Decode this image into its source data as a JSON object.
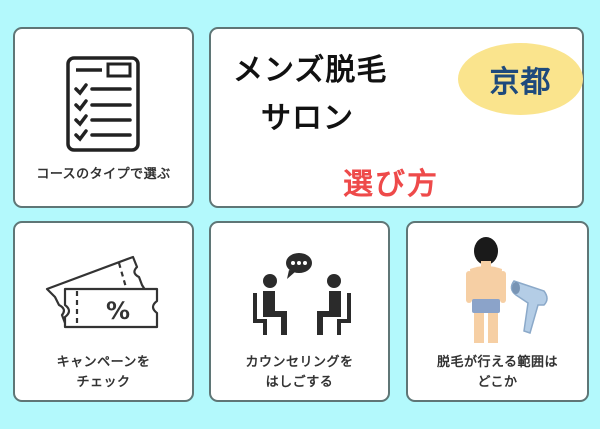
{
  "background_color": "#b3f9fc",
  "title_card": {
    "line1": "メンズ脱毛",
    "line2": "サロン",
    "badge": "京都",
    "subtitle": "選び方",
    "colors": {
      "title": "#111111",
      "badge_bg": "#fae48d",
      "badge_text": "#1e4a7c",
      "subtitle": "#ee4a4a"
    }
  },
  "cards": [
    {
      "icon": "checklist-icon",
      "label_lines": [
        "コースのタイプで選ぶ"
      ]
    },
    {
      "icon": "discount-ticket-icon",
      "label_lines": [
        "キャンペーンを",
        "チェック"
      ]
    },
    {
      "icon": "counseling-people-icon",
      "label_lines": [
        "カウンセリングを",
        "はしごする"
      ]
    },
    {
      "icon": "hair-removal-body-icon",
      "label_lines": [
        "脱毛が行える範囲は",
        "どこか"
      ]
    }
  ]
}
